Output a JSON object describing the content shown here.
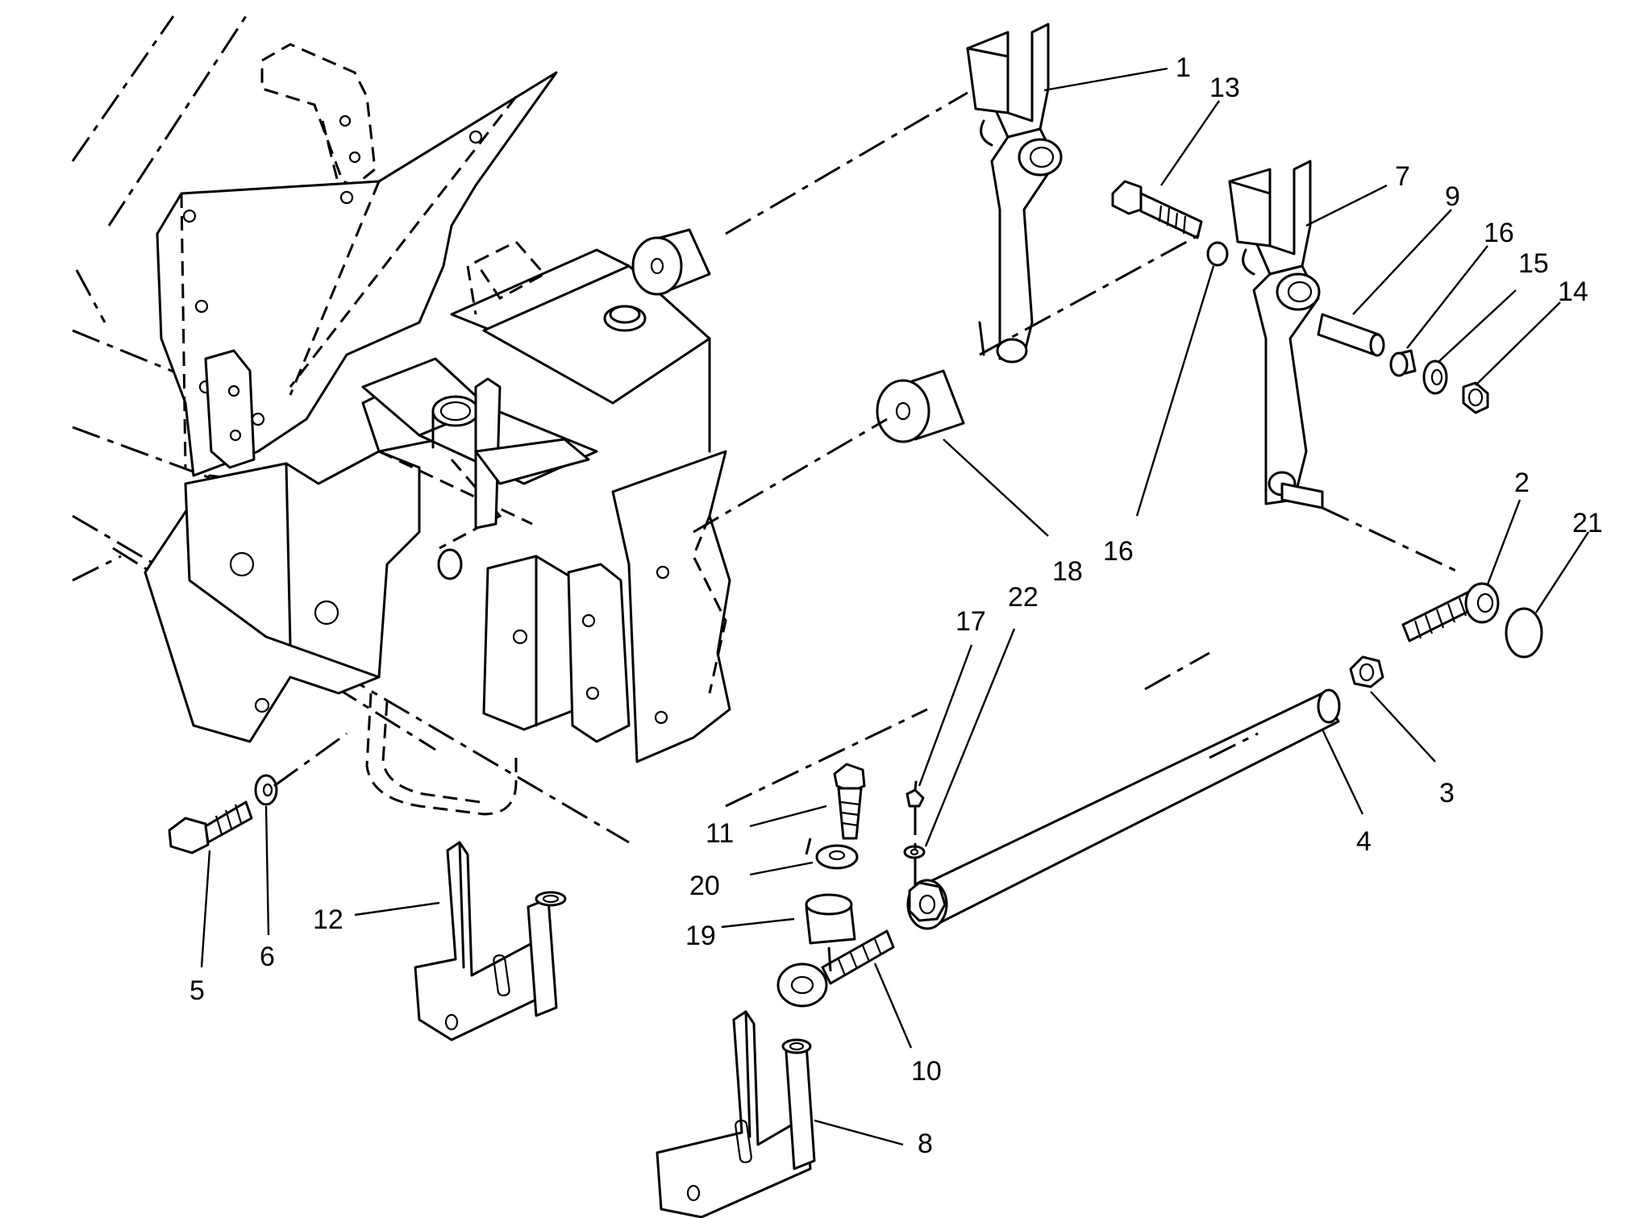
{
  "diagram": {
    "callouts": [
      {
        "id": "c1",
        "text": "1"
      },
      {
        "id": "c13",
        "text": "13"
      },
      {
        "id": "c7",
        "text": "7"
      },
      {
        "id": "c9",
        "text": "9"
      },
      {
        "id": "c16a",
        "text": "16"
      },
      {
        "id": "c15",
        "text": "15"
      },
      {
        "id": "c14",
        "text": "14"
      },
      {
        "id": "c2",
        "text": "2"
      },
      {
        "id": "c21",
        "text": "21"
      },
      {
        "id": "c18",
        "text": "18"
      },
      {
        "id": "c16b",
        "text": "16"
      },
      {
        "id": "c17",
        "text": "17"
      },
      {
        "id": "c22",
        "text": "22"
      },
      {
        "id": "c3",
        "text": "3"
      },
      {
        "id": "c4",
        "text": "4"
      },
      {
        "id": "c11",
        "text": "11"
      },
      {
        "id": "c20",
        "text": "20"
      },
      {
        "id": "c19",
        "text": "19"
      },
      {
        "id": "c10",
        "text": "10"
      },
      {
        "id": "c12",
        "text": "12"
      },
      {
        "id": "c5",
        "text": "5"
      },
      {
        "id": "c6",
        "text": "6"
      },
      {
        "id": "c8",
        "text": "8"
      }
    ]
  }
}
